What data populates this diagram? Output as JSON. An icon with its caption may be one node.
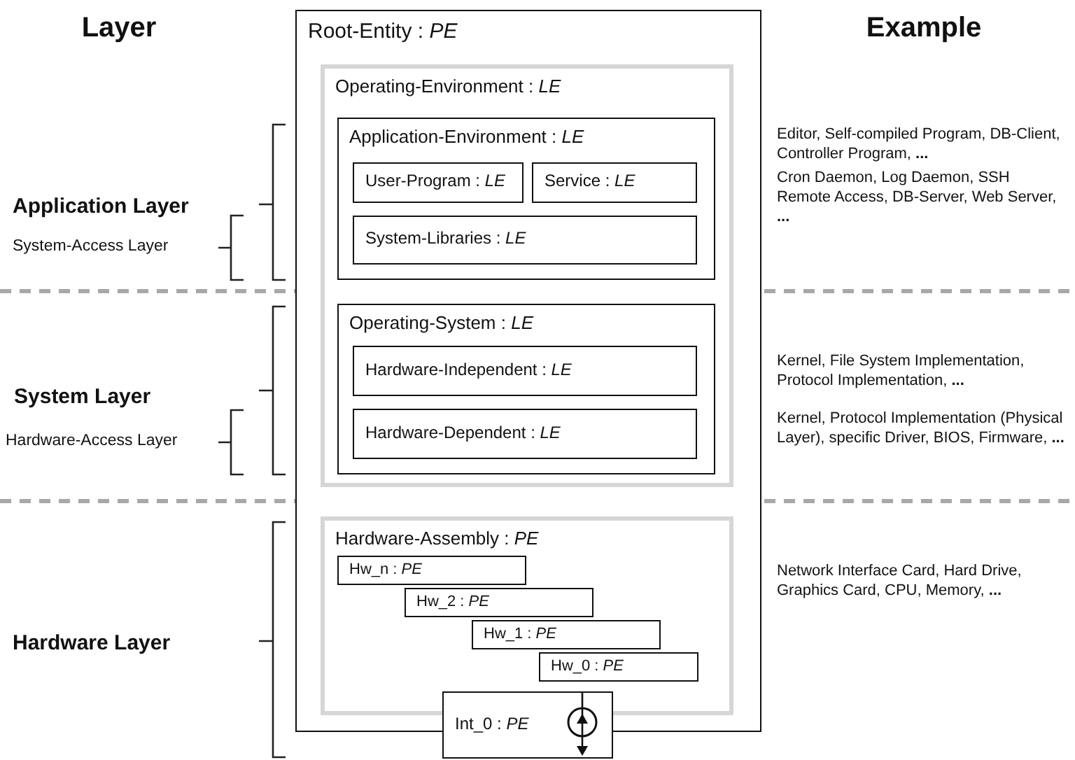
{
  "diagram": {
    "nodes": [
      {
        "text": [
          "Root-Entity : *PE*"
        ]
      },
      {
        "text": [
          "Operating-Environment : *LE*"
        ],
        "in": 0
      },
      {
        "text": [
          "Application-Environment : *LE*"
        ],
        "in": 1
      },
      {
        "text": [
          "User-Program : *LE*"
        ],
        "in": 2
      },
      {
        "text": [
          "Service : *LE*"
        ],
        "in": 2
      },
      {
        "text": [
          "System-Libraries : *LE*"
        ],
        "in": 2
      },
      {
        "text": [
          "Operating-System : *LE*"
        ],
        "in": 1
      },
      {
        "text": [
          "Hardware-Independent : *LE*"
        ],
        "in": 6
      },
      {
        "text": [
          "Hardware-Dependent : *LE*"
        ],
        "in": 6
      },
      {
        "text": [
          "Hardware-Assembly : *PE*"
        ],
        "in": 0
      },
      {
        "text": [
          "Hw_n : *PE*"
        ],
        "in": 9
      },
      {
        "text": [
          "Hw_2 : *PE*"
        ],
        "in": 9
      },
      {
        "text": [
          "Hw_1 : *PE*"
        ],
        "in": 9
      },
      {
        "text": [
          "Hw_0 : *PE*"
        ],
        "in": 9
      },
      {
        "text": [
          "Int_0 : *PE*"
        ]
      }
    ],
    "labels": [
      "Layer",
      "Example",
      "Editor, Self-compiled Program, DB-Client, Controller Program, **...**",
      "Application Layer",
      "Cron Daemon, Log Daemon, SSH Remote Access, DB-Server, Web Server, **...**",
      "System-Access Layer",
      "Kernel, File System Implementation, Protocol Implementation, **...**",
      "System Layer",
      "Kernel, Protocol Implementation (Physical Layer), specific Driver, BIOS, Firmware, **...**",
      "Hardware-Access Layer",
      "Network Interface Card, Hard Drive, Graphics Card, CPU, Memory, **...**",
      "Hardware Layer"
    ]
  }
}
